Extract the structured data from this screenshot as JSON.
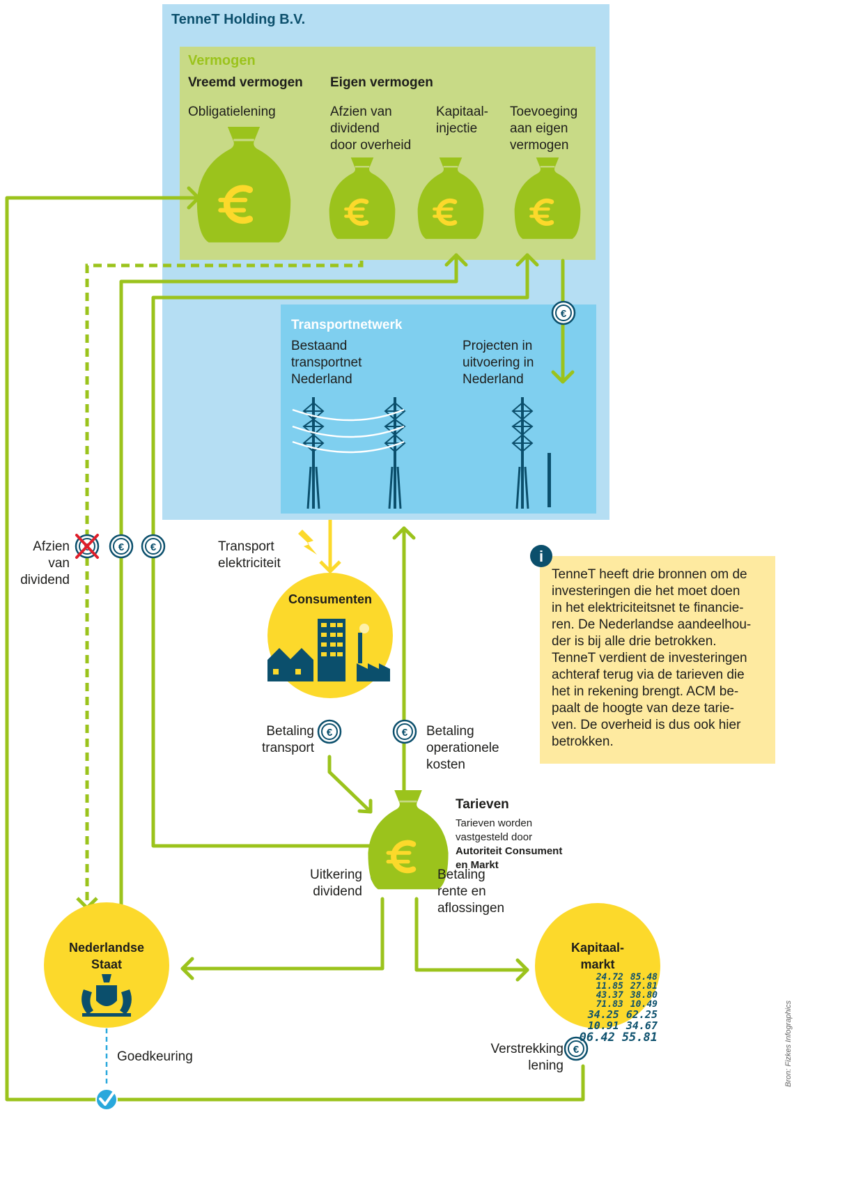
{
  "holding": {
    "title": "TenneT Holding B.V.",
    "vermogen": {
      "title": "Vermogen",
      "vreemd_heading": "Vreemd vermogen",
      "eigen_heading": "Eigen vermogen",
      "bags": [
        "Obligatielening",
        "Afzien van dividend door overheid",
        "Kapitaal-injectie",
        "Toevoeging aan eigen vermogen"
      ],
      "bag_lines": [
        [
          "Obligatielening"
        ],
        [
          "Afzien van",
          "dividend",
          "door overheid"
        ],
        [
          "Kapitaal-",
          "injectie"
        ],
        [
          "Toevoeging",
          "aan eigen",
          "vermogen"
        ]
      ]
    },
    "transportnetwerk": {
      "title": "Transportnetwerk",
      "existing": [
        "Bestaand",
        "transportnet",
        "Nederland"
      ],
      "projects": [
        "Projecten in",
        "uitvoering in",
        "Nederland"
      ]
    }
  },
  "flows": {
    "afzien": [
      "Afzien",
      "van",
      "dividend"
    ],
    "transport": [
      "Transport",
      "elektriciteit"
    ],
    "betaling_transport": [
      "Betaling",
      "transport"
    ],
    "betaling_operationeel": [
      "Betaling",
      "operationele",
      "kosten"
    ],
    "uitkering": [
      "Uitkering",
      "dividend"
    ],
    "betaling_rente": [
      "Betaling",
      "rente en",
      "aflossingen"
    ],
    "goedkeuring": "Goedkeuring",
    "verstrekking": [
      "Verstrekking",
      "lening"
    ]
  },
  "nodes": {
    "consumenten": "Consumenten",
    "staat": [
      "Nederlandse",
      "Staat"
    ],
    "kapitaalmarkt": [
      "Kapitaal-",
      "markt"
    ],
    "kapitaalmarkt_numbers": [
      [
        "24.72",
        "85.48"
      ],
      [
        "11.85",
        "27.81"
      ],
      [
        "43.37",
        "38.80"
      ],
      [
        "71.83",
        "10.49"
      ],
      [
        "34.25",
        "62.25"
      ],
      [
        "10.91",
        "34.67"
      ],
      [
        "06.42",
        "55.81"
      ]
    ],
    "tarieven": {
      "title": "Tarieven",
      "text": [
        "Tarieven worden",
        "vastgesteld door"
      ],
      "authority": [
        "Autoriteit Consument",
        "en Markt"
      ]
    }
  },
  "info": {
    "lines": [
      "TenneT heeft drie bronnen om de",
      "investeringen die het moet doen",
      "in het elektriciteitsnet te financie-",
      "ren. De Nederlandse aandeelhou-",
      "der is bij alle drie betrokken.",
      "TenneT verdient de investeringen",
      "achteraf terug via de tarieven die",
      "het in rekening brengt. ACM be-",
      "paalt de hoogte van deze tarie-",
      "ven. De overheid is dus ook hier",
      "betrokken."
    ]
  },
  "credit": "Bron: Fizkes Infographics",
  "colors": {
    "light_blue": "#b5def3",
    "mid_blue": "#7fcfef",
    "green_box": "#c8da86",
    "green": "#9bc31c",
    "yellow": "#fcd92b",
    "navy": "#0b4f6c",
    "info_bg": "#feeaa0"
  }
}
